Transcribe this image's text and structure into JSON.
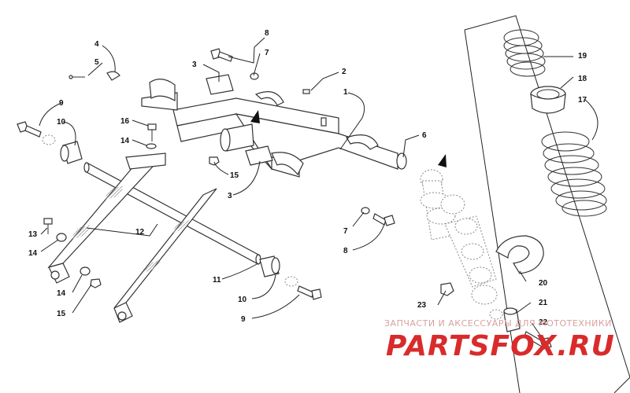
{
  "watermark": {
    "tagline": "ЗАПЧАСТИ И АКСЕССУАРЫ ДЛЯ МОТОТЕХНИКИ",
    "logo": "PARTSFOX.RU",
    "color": "#d92b2b"
  },
  "callouts": {
    "c1": "1",
    "c2": "2",
    "c3a": "3",
    "c3b": "3",
    "c4": "4",
    "c5": "5",
    "c6": "6",
    "c7a": "7",
    "c7b": "7",
    "c8a": "8",
    "c8b": "8",
    "c9a": "9",
    "c9b": "9",
    "c10a": "10",
    "c10b": "10",
    "c11": "11",
    "c12": "12",
    "c13": "13",
    "c14a": "14",
    "c14b": "14",
    "c14c": "14",
    "c15a": "15",
    "c15b": "15",
    "c16": "16",
    "c17": "17",
    "c18": "18",
    "c19": "19",
    "c20": "20",
    "c21": "21",
    "c22": "22",
    "c23": "23"
  }
}
